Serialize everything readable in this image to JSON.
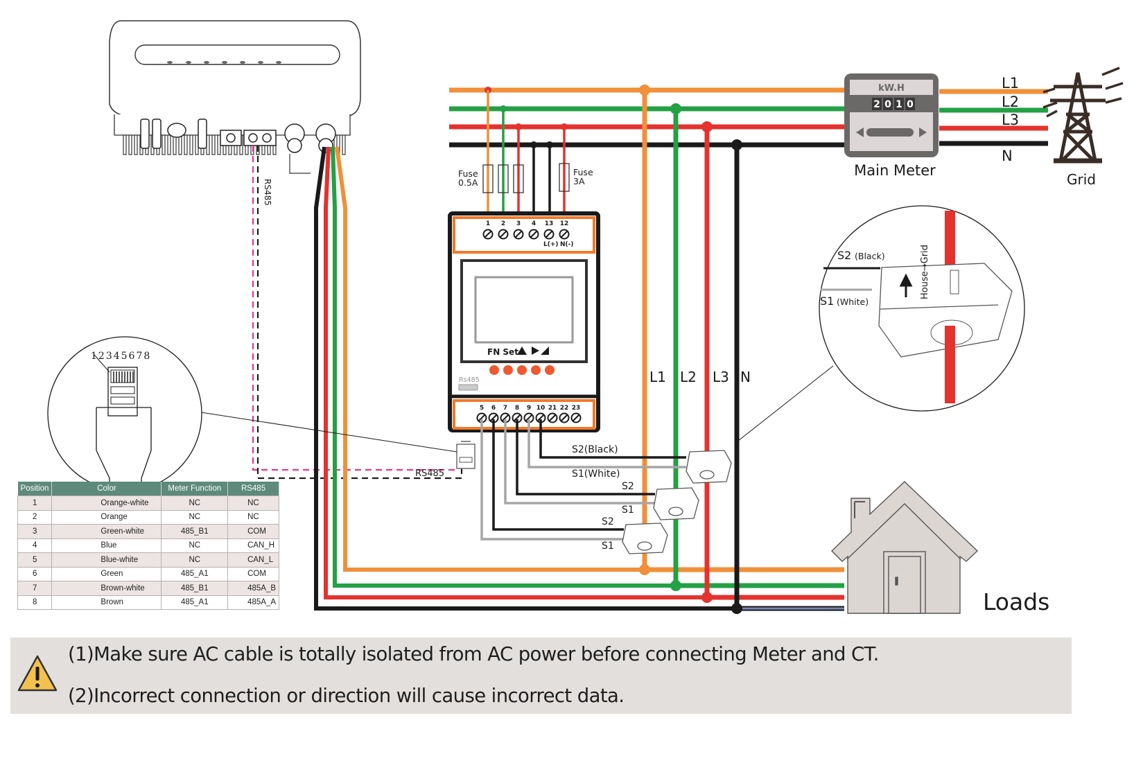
{
  "colors": {
    "L1": "#f0903a",
    "L2": "#24a045",
    "L3": "#e4322e",
    "N": "#1a1a1a",
    "rs485_pink": "#e8358e",
    "ct_white": "#a6a6a6",
    "table_header": "#5e8a7c",
    "warning_bg": "#e3dfdc",
    "warning_icon": "#f2c14e",
    "meter_orange": "#f07a2a",
    "button_dot": "#ee5a30"
  },
  "inverter": {
    "rs485_label": "RS485"
  },
  "fuses": {
    "left_label_line1": "Fuse",
    "left_label_line2": "0.5A",
    "right_label_line1": "Fuse",
    "right_label_line2": "3A"
  },
  "smart_meter": {
    "top_terminals": [
      "1",
      "2",
      "3",
      "4",
      "13",
      "12"
    ],
    "top_sub_labels": [
      "L(+)",
      "N(-)"
    ],
    "bottom_terminals": [
      "5",
      "6",
      "7",
      "8",
      "9",
      "10",
      "21",
      "22",
      "23"
    ],
    "keypad_label": "FN Set",
    "rs485_port_label": "Rs485",
    "buttons_count": 5
  },
  "rj45_port": {
    "label": "RS485"
  },
  "ct_labels": {
    "ct1_s2": "S2(Black)",
    "ct1_s1": "S1(White)",
    "ct2_s2": "S2",
    "ct2_s1": "S1",
    "ct3_s2": "S2",
    "ct3_s1": "S1"
  },
  "line_labels": [
    "L1",
    "L2",
    "L3",
    "N"
  ],
  "main_meter": {
    "unit": "kW.H",
    "digits": [
      "2",
      "0",
      "1",
      "0"
    ],
    "label": "Main Meter"
  },
  "grid": {
    "line_labels": [
      "L1",
      "L2",
      "L3",
      "N"
    ],
    "label": "Grid"
  },
  "ct_detail": {
    "s2_label": "S2",
    "s2_sub": "(Black)",
    "s1_label": "S1",
    "s1_sub": "(White)",
    "direction_text": "House→Grid"
  },
  "rj45_detail": {
    "pin_numbers": "12345678"
  },
  "loads": {
    "label": "Loads"
  },
  "pin_table": {
    "headers": [
      "Position",
      "Color",
      "Meter Function",
      "RS485"
    ],
    "rows": [
      [
        "1",
        "Orange-white",
        "NC",
        "NC"
      ],
      [
        "2",
        "Orange",
        "NC",
        "NC"
      ],
      [
        "3",
        "Green-white",
        "485_B1",
        "COM"
      ],
      [
        "4",
        "Blue",
        "NC",
        "CAN_H"
      ],
      [
        "5",
        "Blue-white",
        "NC",
        "CAN_L"
      ],
      [
        "6",
        "Green",
        "485_A1",
        "COM"
      ],
      [
        "7",
        "Brown-white",
        "485_B1",
        "485A_B"
      ],
      [
        "8",
        "Brown",
        "485_A1",
        "485A_A"
      ]
    ]
  },
  "warnings": {
    "line1": "(1)Make sure AC cable is totally isolated from AC power before connecting Meter and CT.",
    "line2": "(2)Incorrect connection or direction will cause incorrect data."
  }
}
